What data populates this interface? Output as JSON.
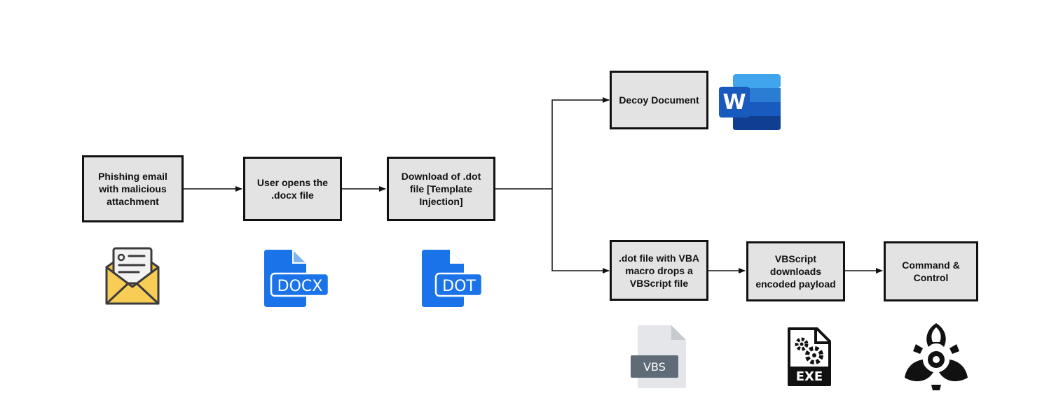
{
  "nodes": {
    "phishing": "Phishing email\nwith malicious\nattachment",
    "user_opens": "User opens the\n.docx file",
    "download_dot": "Download of .dot\nfile [Template\nInjection]",
    "decoy": "Decoy Document",
    "dot_vba": ".dot file with VBA\nmacro drops a\nVBScript file",
    "vbscript": "VBScript\ndownloads\nencoded payload",
    "c2": "Command &\nControl"
  },
  "icons": {
    "docx_label": "DOCX",
    "dot_label": "DOT",
    "word_letter": "W",
    "vbs_label": "VBS",
    "exe_label": "EXE"
  },
  "colors": {
    "box_fill": "#e3e3e3",
    "box_border": "#111111",
    "doc_blue": "#1a73e8",
    "email_yellow": "#f4c542",
    "word_blue": "#185abd"
  }
}
